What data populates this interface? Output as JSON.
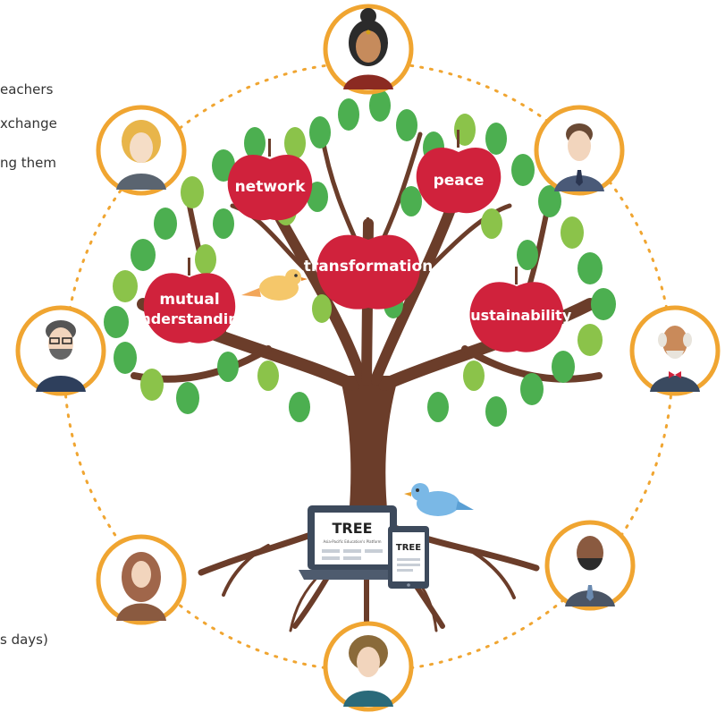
{
  "side_text": {
    "line1": "eachers",
    "line2": "xchange",
    "line3": "ng them",
    "line4": "s days)"
  },
  "apples": {
    "network": "network",
    "peace": "peace",
    "transformation": "transformation",
    "mutual": "mutual",
    "understanding": "understanding",
    "sustainability": "sustainability"
  },
  "devices": {
    "laptop_logo": "TREE",
    "laptop_subtitle": "Asia-Pacific Education's Platform",
    "tablet_logo": "TREE"
  },
  "colors": {
    "ring": "#f0a531",
    "trunk": "#6b3d2a",
    "leaf": "#4caf50",
    "leaf_light": "#8bc34a",
    "apple": "#d0223c",
    "device": "#3d4a5c"
  },
  "avatars": [
    {
      "name": "avatar-woman-headdress"
    },
    {
      "name": "avatar-woman-blonde"
    },
    {
      "name": "avatar-man-suit"
    },
    {
      "name": "avatar-man-glasses-beard"
    },
    {
      "name": "avatar-elder-man-bowtie"
    },
    {
      "name": "avatar-woman-hijab"
    },
    {
      "name": "avatar-man-dark-beard"
    },
    {
      "name": "avatar-curly-hair-person"
    }
  ]
}
